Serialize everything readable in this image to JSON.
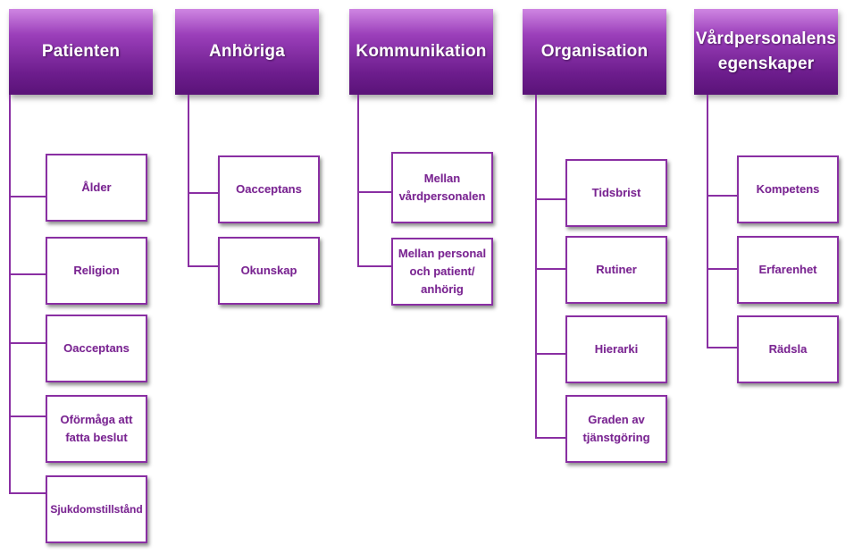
{
  "columns": [
    {
      "title": "Patienten",
      "items": [
        "Ålder",
        "Religion",
        "Oacceptans",
        "Oförmåga att fatta beslut",
        "Sjukdomstillstånd"
      ]
    },
    {
      "title": "Anhöriga",
      "items": [
        "Oacceptans",
        "Okunskap"
      ]
    },
    {
      "title": "Kommunikation",
      "items": [
        "Mellan vårdpersonalen",
        "Mellan personal och patient/ anhörig"
      ]
    },
    {
      "title": "Organisation",
      "items": [
        "Tidsbrist",
        "Rutiner",
        "Hierarki",
        "Graden av tjänstgöring"
      ]
    },
    {
      "title": "Vårdpersonalens egenskaper",
      "items": [
        "Kompetens",
        "Erfarenhet",
        "Rädsla"
      ]
    }
  ],
  "colors": {
    "header_gradient_top": "#cf86e2",
    "header_gradient_bottom": "#5a1378",
    "accent": "#8a2fa3",
    "child_text": "#7a2691"
  }
}
